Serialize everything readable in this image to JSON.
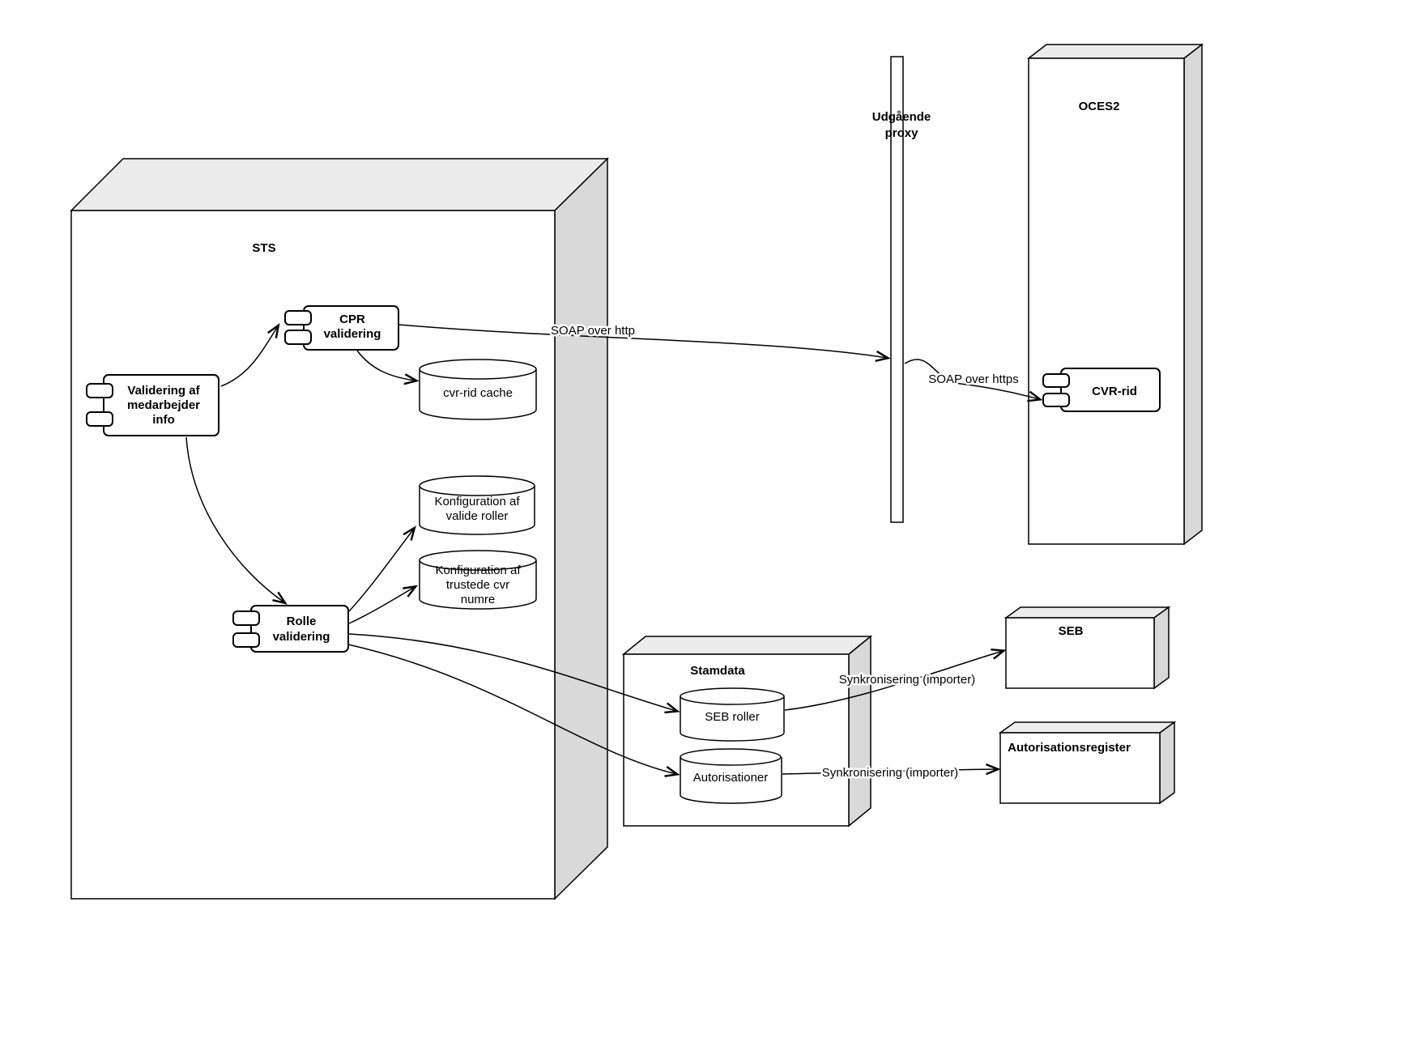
{
  "colors": {
    "stroke": "#000000",
    "node_front": "#ffffff",
    "node_top": "#ececec",
    "node_side": "#d9d9d9",
    "background": "#ffffff"
  },
  "nodes": {
    "sts": {
      "label": "STS"
    },
    "udgaende_proxy": {
      "label_line1": "Udgående",
      "label_line2": "proxy"
    },
    "oces2": {
      "label": "OCES2"
    },
    "stamdata": {
      "label": "Stamdata"
    },
    "seb": {
      "label": "SEB"
    },
    "autorisationsregister": {
      "label": "Autorisationsregister"
    }
  },
  "components": {
    "validering_af_medarbejder_info": {
      "line1": "Validering af",
      "line2": "medarbejder",
      "line3": "info"
    },
    "cpr_validering": {
      "line1": "CPR",
      "line2": "validering"
    },
    "rolle_validering": {
      "line1": "Rolle",
      "line2": "validering"
    },
    "cvr_rid": {
      "label": "CVR-rid"
    }
  },
  "datastores": {
    "cvr_rid_cache": {
      "label": "cvr-rid cache"
    },
    "konfiguration_valide_roller": {
      "line1": "Konfiguration af",
      "line2": "valide roller"
    },
    "konfiguration_trustede_cvr": {
      "line1": "Konfiguration af",
      "line2": "trustede cvr",
      "line3": "numre"
    },
    "seb_roller": {
      "label": "SEB roller"
    },
    "autorisationer": {
      "label": "Autorisationer"
    }
  },
  "edges": {
    "soap_over_http": {
      "label": "SOAP over http"
    },
    "soap_over_https": {
      "label": "SOAP over https"
    },
    "synkronisering_seb": {
      "label": "Synkronisering (importer)"
    },
    "synkronisering_autorisationsregister": {
      "label": "Synkronisering (importer)"
    }
  }
}
